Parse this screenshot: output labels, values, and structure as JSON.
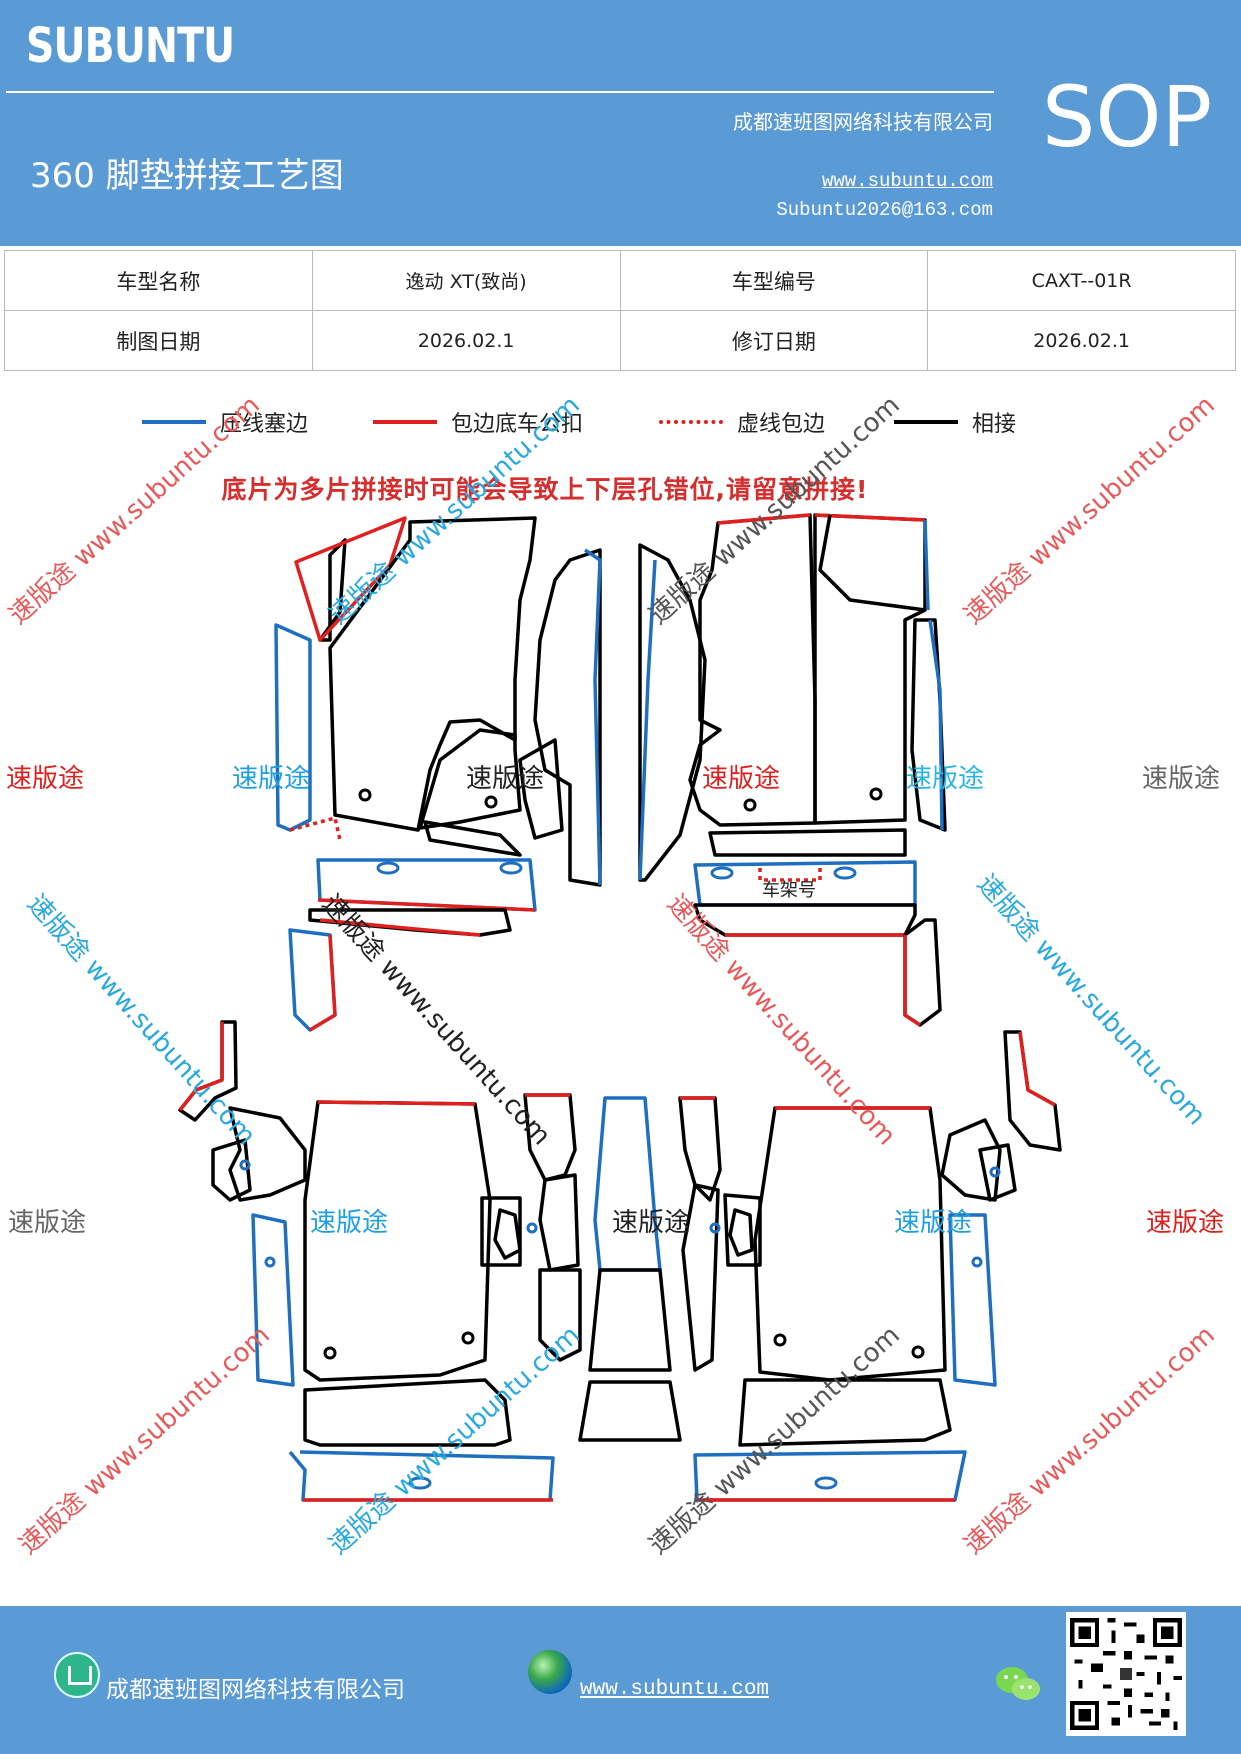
{
  "header": {
    "brand": "SUBUNTU",
    "company": "成都速班图网络科技有限公司",
    "title": "360 脚垫拼接工艺图",
    "website": "www.subuntu.com",
    "email": "Subuntu2026@163.com",
    "badge": "SOP",
    "color": "#5b9bd5"
  },
  "info_table": {
    "rows": [
      [
        "车型名称",
        "逸动 XT(致尚)",
        "车型编号",
        "CAXT--01R"
      ],
      [
        "制图日期",
        "2026.02.1",
        "修订日期",
        "2026.02.1"
      ]
    ]
  },
  "legend": [
    {
      "label": "压线塞边",
      "color": "#1f6fc0",
      "style": "solid"
    },
    {
      "label": "包边底车公扣",
      "color": "#e0201e",
      "style": "solid"
    },
    {
      "label": "虚线包边",
      "color": "#e0201e",
      "style": "dotted"
    },
    {
      "label": "相接",
      "color": "#000000",
      "style": "solid"
    }
  ],
  "warning": "底片为多片拼接时可能会导致上下层孔错位,请留意拼接!",
  "diagram": {
    "frame_label": "车架号"
  },
  "watermarks": {
    "brand_text": "速版途",
    "tilted_text": "速版途 www.subuntu.com",
    "row1": [
      {
        "text": "速版途",
        "color": "#e0201e"
      },
      {
        "text": "速版途",
        "color": "#1ea0e0"
      },
      {
        "text": "速版途",
        "color": "#222222"
      },
      {
        "text": "速版途",
        "color": "#e0201e"
      },
      {
        "text": "速版途",
        "color": "#29b6e6"
      },
      {
        "text": "速版途",
        "color": "#666666"
      }
    ],
    "row2": [
      {
        "text": "速版途",
        "color": "#666666"
      },
      {
        "text": "速版途",
        "color": "#1ea0e0"
      },
      {
        "text": "速版途",
        "color": "#222222"
      },
      {
        "text": "速版途",
        "color": "#1ea0e0"
      },
      {
        "text": "速版途",
        "color": "#e0201e"
      }
    ]
  },
  "footer": {
    "company": "成都速班图网络科技有限公司",
    "website": "www.subuntu.com"
  }
}
